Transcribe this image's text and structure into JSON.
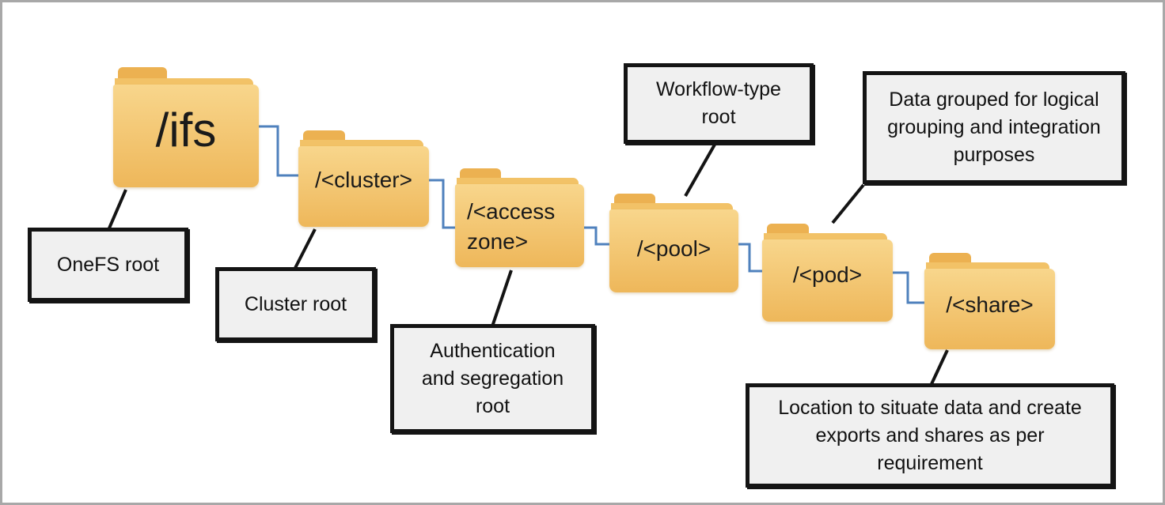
{
  "colors": {
    "canvas_bg": "#ffffff",
    "frame_border": "#a8a8a8",
    "folder_tab": "#ecb151",
    "folder_back": "#f2c267",
    "folder_body_top": "#f8d68c",
    "folder_body_bottom": "#eeb75a",
    "folder_text": "#1a1a1a",
    "connector_blue": "#4f81bd",
    "leader_black": "#141414",
    "callout_bg": "#f0f0f0",
    "callout_border": "#141414",
    "callout_text": "#111111"
  },
  "folders": [
    {
      "id": "ifs",
      "lines": [
        "/ifs"
      ]
    },
    {
      "id": "cluster",
      "lines": [
        "/<cluster>"
      ]
    },
    {
      "id": "access-zone",
      "lines": [
        "/<access",
        "zone>"
      ]
    },
    {
      "id": "pool",
      "lines": [
        "/<pool>"
      ]
    },
    {
      "id": "pod",
      "lines": [
        "/<pod>"
      ]
    },
    {
      "id": "share",
      "lines": [
        "/<share>"
      ]
    }
  ],
  "callouts": [
    {
      "id": "onefs-root",
      "lines": [
        "OneFS root"
      ]
    },
    {
      "id": "cluster-root",
      "lines": [
        "Cluster root"
      ]
    },
    {
      "id": "auth-root",
      "lines": [
        "Authentication",
        "and segregation",
        "root"
      ]
    },
    {
      "id": "workflow-root",
      "lines": [
        "Workflow-type",
        "root"
      ]
    },
    {
      "id": "pod-purpose",
      "lines": [
        "Data grouped for logical",
        "grouping and integration",
        "purposes"
      ]
    },
    {
      "id": "share-purpose",
      "lines": [
        "Location to situate data and create",
        "exports and shares as per",
        "requirement"
      ]
    }
  ]
}
